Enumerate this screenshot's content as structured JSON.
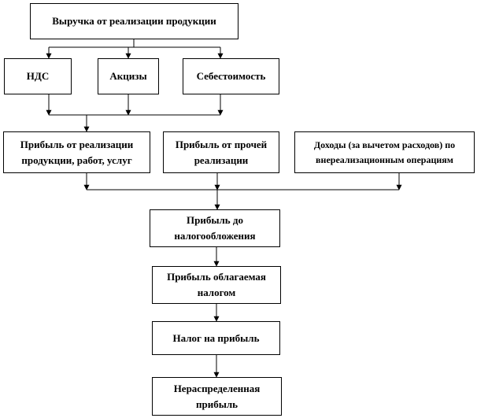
{
  "diagram": {
    "revenue": "Выручка от реализации продукции",
    "vat": "НДС",
    "excise": "Акцизы",
    "cost": "Себестоимость",
    "profit_sales": "Прибыль от реализации продукции, работ, услуг",
    "profit_other": "Прибыль от прочей реализации",
    "non_operating": "Доходы (за вычетом расходов) по внереализационным операциям",
    "profit_pretax": "Прибыль до налогообложения",
    "profit_taxable": "Прибыль облагаемая налогом",
    "income_tax": "Налог на прибыль",
    "retained_earnings": "Нераспределенная прибыль"
  }
}
